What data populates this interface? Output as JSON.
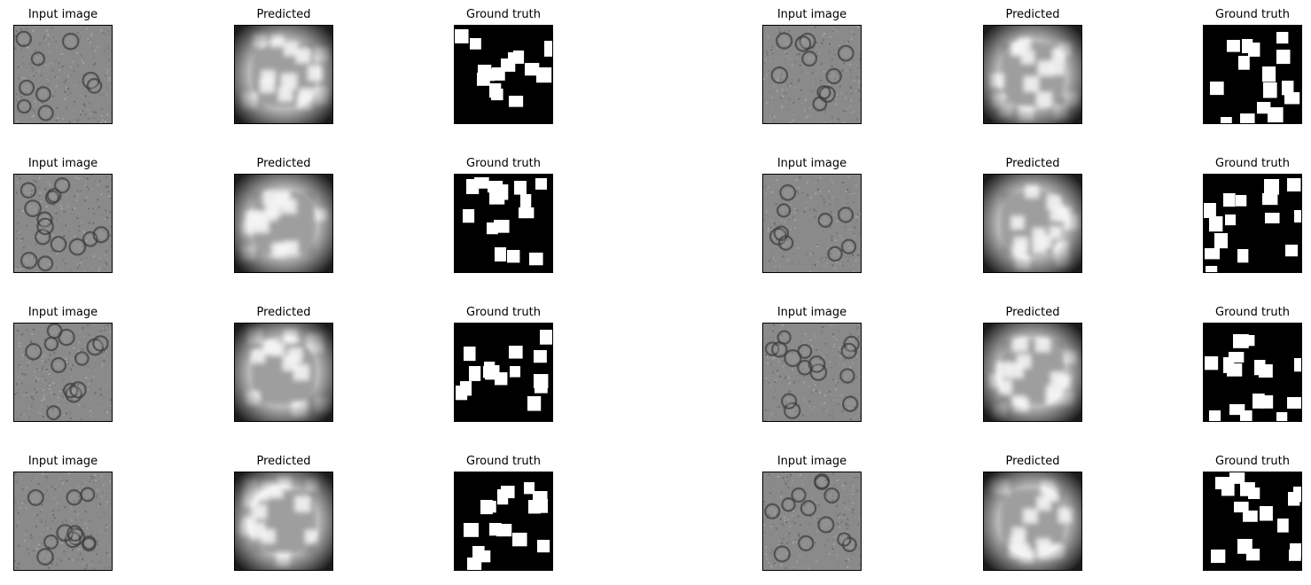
{
  "figure": {
    "rows": 4,
    "columns": 6,
    "column_titles": [
      "Input image",
      "Predicted",
      "Ground truth",
      "Input image",
      "Predicted",
      "Ground truth"
    ],
    "panel_kinds": [
      "input",
      "predicted",
      "truth",
      "input",
      "predicted",
      "truth"
    ],
    "colors": {
      "background": "#ffffff",
      "input_gray": "#8a8a8a",
      "mask_black": "#000000",
      "mask_white": "#ffffff"
    }
  }
}
